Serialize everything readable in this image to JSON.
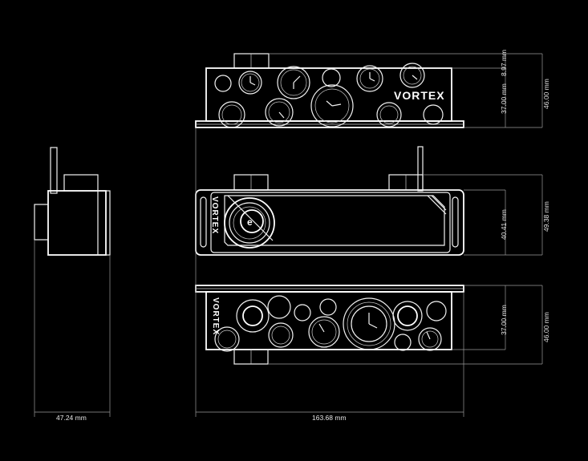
{
  "brand": {
    "name": "VORTEX"
  },
  "dimensions": {
    "top_cap": "8.97 mm",
    "top_body": "37.00 mm",
    "top_total": "46.00 mm",
    "mid_inner": "40.41 mm",
    "mid_total": "49.38 mm",
    "bottom_body": "37.00 mm",
    "bottom_total": "46.00 mm",
    "side_width": "47.24 mm",
    "total_length": "163.68 mm"
  },
  "colors": {
    "background": "#000000",
    "line": "#ffffff",
    "dimension": "#9a9a9a"
  }
}
